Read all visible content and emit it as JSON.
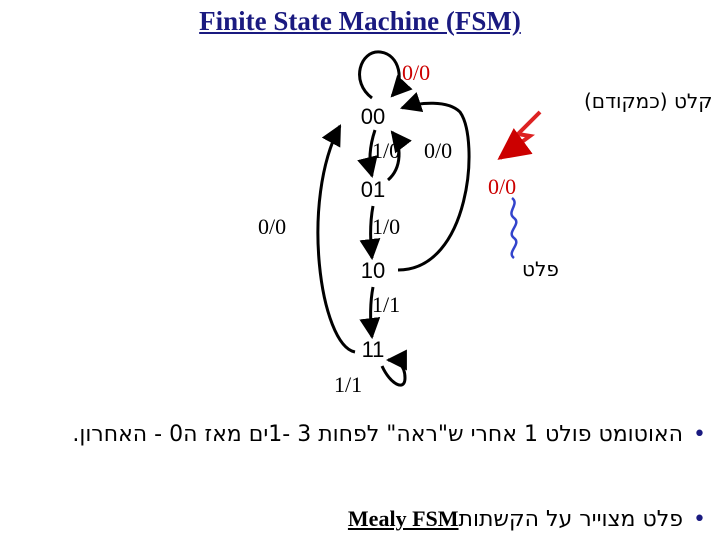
{
  "title": "Finite State Machine (FSM)",
  "states": [
    {
      "label": "00"
    },
    {
      "label": "01"
    },
    {
      "label": "10"
    },
    {
      "label": "11"
    }
  ],
  "transitions": {
    "self_00": "0/0",
    "s00_to_01": "1/0",
    "to_00_right": "0/0",
    "to_00_far_right": "0/0",
    "to_00_left": "0/0",
    "s01_to_10": "1/0",
    "s10_to_11": "1/1",
    "self_11": "1/1"
  },
  "annotations": {
    "prev_input": "קלט (כמקודם)",
    "input": "פלט"
  },
  "bullets": {
    "b1_text": "האוטומט פולט 1 אחרי ש\"ראה\" לפחות 3 -1ים מאז ה0 - האחרון.",
    "b2_prefix": "פלט מצוייר על הקשתות",
    "b2_term": "Mealy FSM"
  },
  "colors": {
    "title": "#1a1a80",
    "label_red": "#cc0000",
    "lightning": "#dd2222",
    "wave": "#3344cc",
    "arrow": "#000000"
  }
}
